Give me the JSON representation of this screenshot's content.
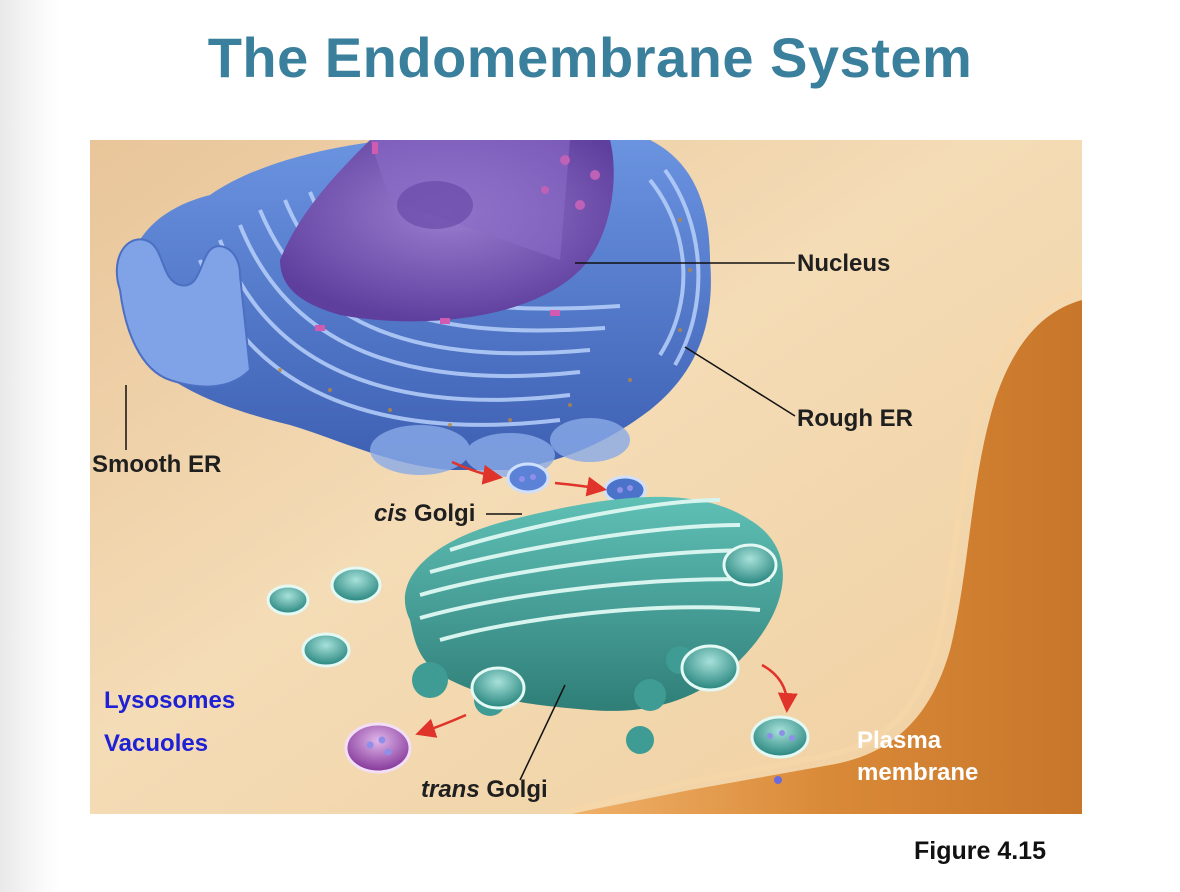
{
  "title": "The Endomembrane System",
  "labels": {
    "nucleus": "Nucleus",
    "rough_er": "Rough ER",
    "smooth_er": "Smooth ER",
    "cis_golgi_prefix": "cis",
    "cis_golgi_suffix": " Golgi",
    "trans_golgi_prefix": "trans",
    "trans_golgi_suffix": " Golgi",
    "lysosomes": "Lysosomes",
    "vacuoles": "Vacuoles",
    "plasma_line1": "Plasma",
    "plasma_line2": "membrane"
  },
  "figure_caption": "Figure 4.15",
  "colors": {
    "title": "#3a7f9c",
    "er": "#4a73c8",
    "nucleus": "#7e5bb4",
    "golgi": "#3f9c94",
    "cytoplasm": "#f1d2a4",
    "membrane": "#d98a38",
    "lysosome": "#a55fb5",
    "transport_arrow": "#e0332a",
    "blue_label": "#1f22d4"
  }
}
